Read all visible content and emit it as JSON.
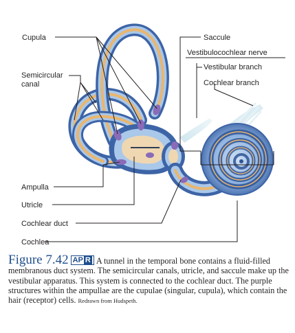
{
  "labels": {
    "cupula": "Cupula",
    "semicircular_canal_line1": "Semicircular",
    "semicircular_canal_line2": "canal",
    "ampulla": "Ampulla",
    "utricle": "Utricle",
    "cochlear_duct": "Cochlear duct",
    "cochlea": "Cochlea",
    "saccule": "Saccule",
    "vestibulocochlear_nerve": "Vestibulocochlear nerve",
    "vestibular_branch": "Vestibular branch",
    "cochlear_branch": "Cochlear branch"
  },
  "caption": {
    "figure_number": "Figure 7.42",
    "badge_left": "AP",
    "badge_right": "R",
    "text": "A tunnel in the temporal bone contains a fluid-filled membranous duct system. The semicircular canals, utricle, and saccule make up the vestibular apparatus. This system is connected to the cochlear duct. The purple structures within the ampullae are the cupulae (singular, cupula), which contain the hair (receptor) cells.",
    "credit": "Redrawn from Hudspeth."
  },
  "colors": {
    "canal_outer": "#3d64a6",
    "canal_mid": "#a9c8ea",
    "canal_inner": "#e9b66f",
    "cupula": "#8a6bb8",
    "nerve": "#cfe6ee",
    "caption_blue": "#1f4e8c"
  }
}
